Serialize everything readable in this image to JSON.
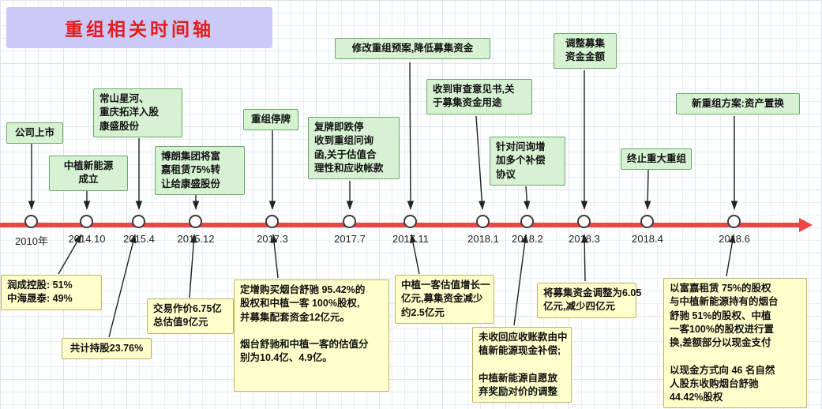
{
  "title": "重组相关时间轴",
  "colors": {
    "timeline_red": "#ee4545",
    "top_note_green": "#d6f2d2",
    "bottom_note_yellow": "#ffffcb",
    "title_lavender": "#cbc9f7",
    "title_text_red": "#e11d1d"
  },
  "timeline": {
    "dates": [
      "2010年",
      "2014.10",
      "2015.4",
      "2015.12",
      "2017.3",
      "2017.7",
      "2017.11",
      "2018.1",
      "2018.2",
      "2018.3",
      "2018.4",
      "2018.6"
    ]
  },
  "top_notes": [
    {
      "text": "公司上市"
    },
    {
      "text": "中植新能源\n成立"
    },
    {
      "text": "常山星河、\n重庆拓洋入股\n康盛股份"
    },
    {
      "text": "博朗集团将富\n嘉租赁75%转\n让给康盛股份"
    },
    {
      "text": "重组停牌"
    },
    {
      "text": "复牌即跌停\n收到重组问询\n函,关于估值合\n理性和应收帐款"
    },
    {
      "text": "修改重组预案,降低募集资金"
    },
    {
      "text": "收到审查意见书,关\n于募集资金用途"
    },
    {
      "text": "针对问询增\n加多个补偿\n协议"
    },
    {
      "text": "调整募集\n资金金额"
    },
    {
      "text": "终止重大重组"
    },
    {
      "text": "新重组方案:资产置换"
    }
  ],
  "bottom_notes": [
    {
      "text": "润成控股: 51%\n中海晟泰: 49%"
    },
    {
      "text": "共计持股23.76%"
    },
    {
      "text": "交易作价6.75亿\n总估值9亿元"
    },
    {
      "text": "定增购买烟台舒驰 95.42%的\n股权和中植一客 100%股权,\n并募集配套资金12亿元。\n\n烟台舒驰和中植一客的估值分\n别为10.4亿、4.9亿。"
    },
    {
      "text": "中植一客估值增长一\n亿元,募集资金减少\n约2.5亿元"
    },
    {
      "text": "未收回应收账款由中\n植新能源现金补偿;\n\n中植新能源自愿放\n弃奖励对价的调整"
    },
    {
      "text": "将募集资金调整为6.05\n亿元,减少四亿元"
    },
    {
      "text": "以富嘉租赁 75%的股权\n与中植新能源持有的烟台\n舒驰 51%的股权、中植\n一客100%的股权进行置\n换,差额部分以现金支付\n\n以现金方式向 46 名自然\n人股东收购烟台舒驰\n44.42%股权"
    }
  ]
}
